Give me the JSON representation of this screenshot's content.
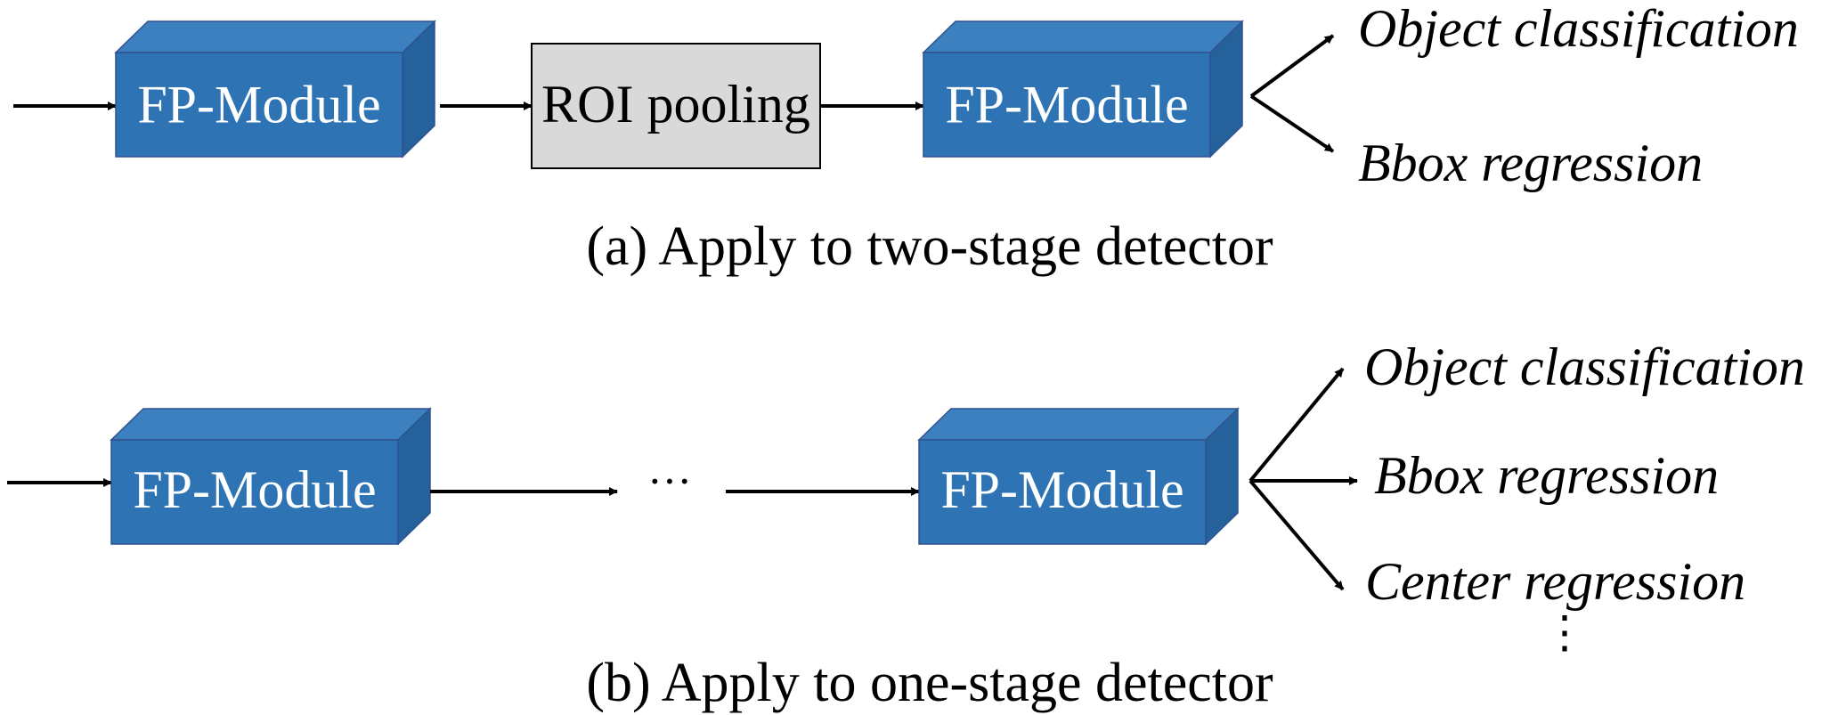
{
  "colors": {
    "module_front": "#2e74b5",
    "module_top": "#3d80c0",
    "module_side": "#25629c",
    "roi_fill": "#d9d9d9"
  },
  "panel_a": {
    "module1_label": "FP-Module",
    "roi_label": "ROI pooling",
    "module2_label": "FP-Module",
    "outputs": [
      "Object classification",
      "Bbox regression"
    ],
    "caption": "(a) Apply to two-stage detector"
  },
  "panel_b": {
    "module1_label": "FP-Module",
    "ellipsis": "···",
    "module2_label": "FP-Module",
    "outputs": [
      "Object classification",
      "Bbox regression",
      "Center regression"
    ],
    "more_indicator": "⋮",
    "caption": "(b) Apply to one-stage detector"
  }
}
